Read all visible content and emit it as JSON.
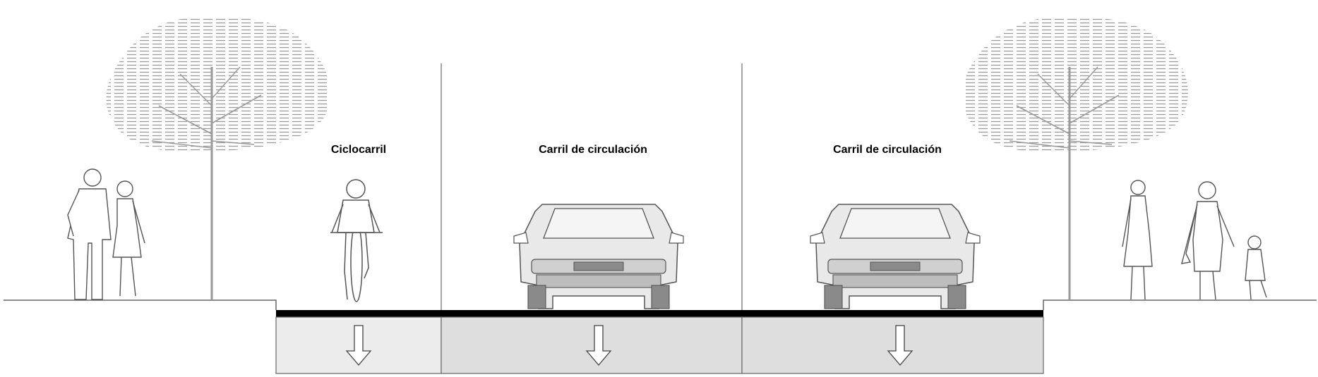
{
  "lanes": [
    {
      "id": "bike",
      "label": "Ciclocarril",
      "direction": "down"
    },
    {
      "id": "car1",
      "label": "Carril de circulación",
      "direction": "down"
    },
    {
      "id": "car2",
      "label": "Carril de circulación",
      "direction": "down"
    }
  ],
  "colors": {
    "line": "#6b6b6b",
    "figure_stroke": "#555555",
    "tree_foliage": "#9a9a9a",
    "road_band": "#000000",
    "bike_lane_fill": "#ececec",
    "car_lane_fill": "#dedede",
    "car_body": "#e9e9e9",
    "car_dark": "#8a8a8a"
  },
  "icons": {
    "arrow": "arrow-down-icon",
    "bicycle": "cyclist-icon",
    "car": "car-front-icon",
    "tree": "tree-icon",
    "pedestrian": "pedestrian-icon"
  }
}
